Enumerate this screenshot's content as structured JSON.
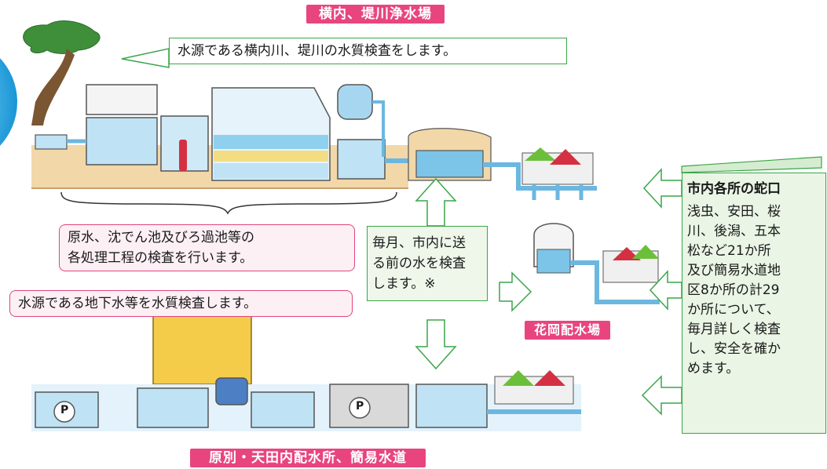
{
  "labels": {
    "top_plant": "横内、堤川浄水場",
    "hanaoka": "花岡配水場",
    "bottom_plant": "原別・天田内配水所、簡易水道"
  },
  "callouts": {
    "river_check": "水源である横内川、堤川の水質検査をします。",
    "process_check_line1": "原水、沈でん池及びろ過池等の",
    "process_check_line2": "各処理工程の検査を行います。",
    "groundwater_check": "水源である地下水等を水質検査します。",
    "monthly_check_line1": "毎月、市内に送",
    "monthly_check_line2": "る前の水を検査",
    "monthly_check_line3": "します。※"
  },
  "taps_panel": {
    "title": "市内各所の蛇口",
    "lines": [
      "浅虫、安田、桜",
      "川、後潟、五本",
      "松など21か所",
      "及び簡易水道地",
      "区8か所の計29",
      "か所について、",
      "毎月詳しく検査",
      "し、安全を確か",
      "めます。"
    ]
  },
  "icons": {
    "pump_letter": "P"
  },
  "colors": {
    "accent_pink": "#e8457f",
    "frame_green": "#3aa64a",
    "water_blue": "#7cc4e8"
  }
}
